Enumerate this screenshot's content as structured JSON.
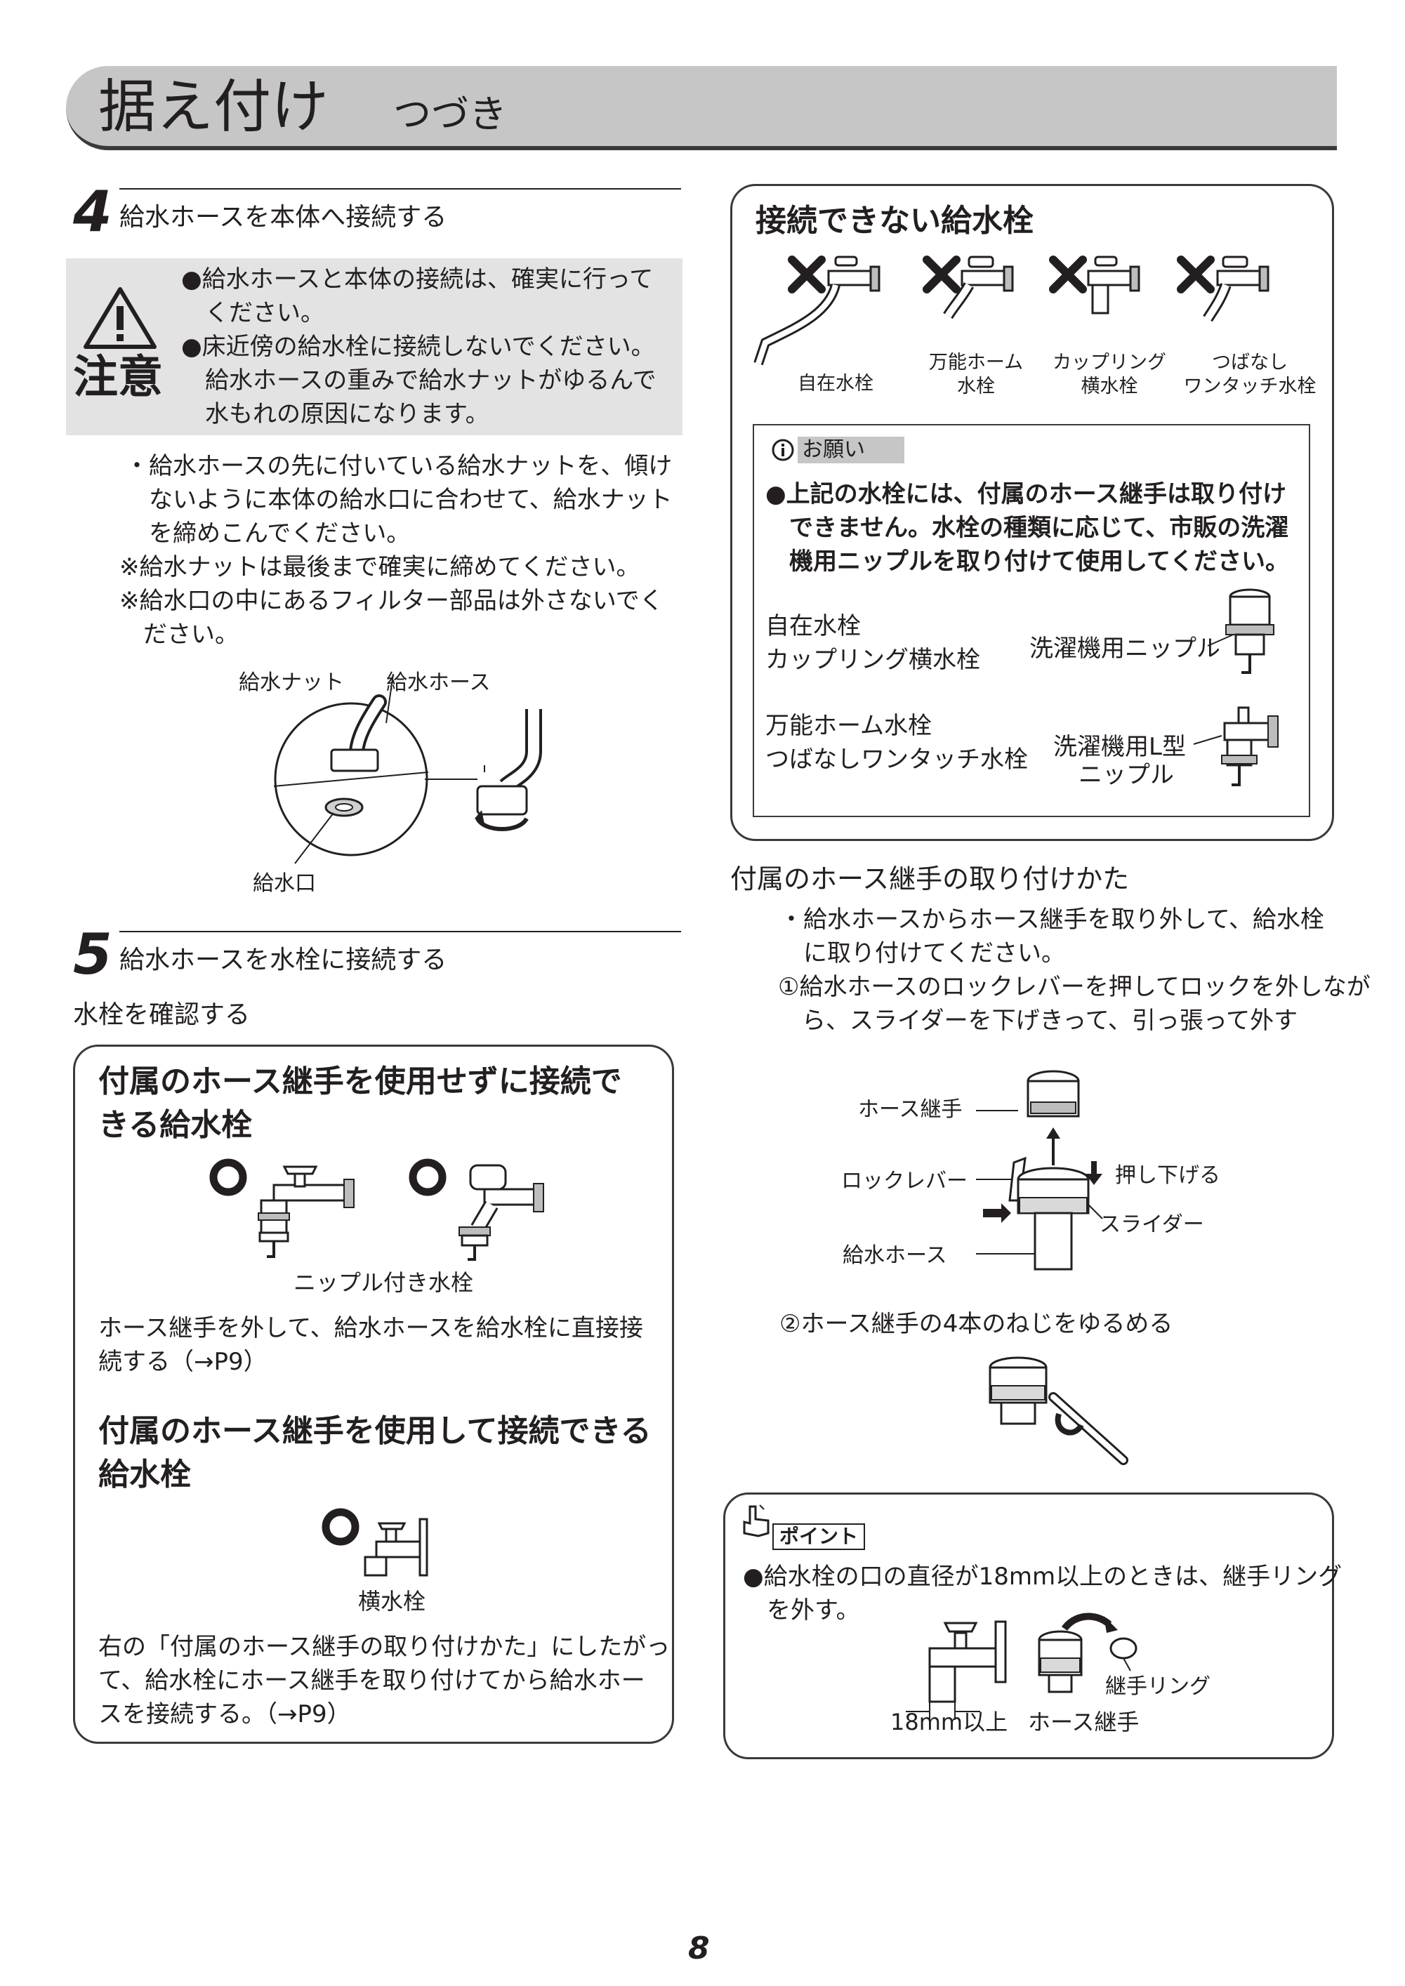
{
  "header": {
    "title": "据え付け",
    "subtitle": "つづき"
  },
  "step4": {
    "number": "4",
    "title": "給水ホースを本体へ接続する",
    "caution_word": "注意",
    "caution_lines": [
      "●給水ホースと本体の接続は、確実に行って",
      "　ください。",
      "●床近傍の給水栓に接続しないでください。",
      "　給水ホースの重みで給水ナットがゆるんで",
      "　水もれの原因になります。"
    ],
    "body_lines": [
      "・給水ホースの先に付いている給水ナットを、傾け",
      "　ないように本体の給水口に合わせて、給水ナット",
      "　を締めこんでください。",
      "※給水ナットは最後まで確実に締めてください。",
      "※給水口の中にあるフィルター部品は外さないでく",
      "　ださい。"
    ],
    "fig_labels": {
      "nut": "給水ナット",
      "hose": "給水ホース",
      "inlet": "給水口"
    }
  },
  "step5": {
    "number": "5",
    "title": "給水ホースを水栓に接続する",
    "subheading": "水栓を確認する",
    "box1_title": [
      "付属のホース継手を使用せずに接続で",
      "きる給水栓"
    ],
    "box1_caption": "ニップル付き水栓",
    "box1_text": [
      "ホース継手を外して、給水ホースを給水栓に直接接",
      "続する（→P9）"
    ],
    "box2_title": [
      "付属のホース継手を使用して接続できる",
      "給水栓"
    ],
    "box2_caption": "横水栓",
    "box2_text": [
      "右の「付属のホース継手の取り付けかた」にしたがっ",
      "て、給水栓にホース継手を取り付けてから給水ホー",
      "スを接続する。（→P9）"
    ]
  },
  "cannot": {
    "title": "接続できない給水栓",
    "faucets": [
      "自在水栓",
      "万能ホーム\n水栓",
      "カップリング\n横水栓",
      "つばなし\nワンタッチ水栓"
    ],
    "request_tag": "お願い",
    "request_lines": [
      "●上記の水栓には、付属のホース継手は取り付け",
      "　できません。水栓の種類に応じて、市販の洗濯",
      "　機用ニップルを取り付けて使用してください。"
    ],
    "pair1_left": [
      "自在水栓",
      "カップリング横水栓"
    ],
    "pair1_right": "洗濯機用ニップル",
    "pair2_left": [
      "万能ホーム水栓",
      "つばなしワンタッチ水栓"
    ],
    "pair2_right": [
      "洗濯機用L型",
      "ニップル"
    ]
  },
  "attach": {
    "heading": "付属のホース継手の取り付けかた",
    "lines1": [
      "・給水ホースからホース継手を取り外して、給水栓",
      "　に取り付けてください。"
    ],
    "lines2": [
      "①給水ホースのロックレバーを押してロックを外しなが",
      "　ら、スライダーを下げきって、引っ張って外す"
    ],
    "fig1": {
      "joint": "ホース継手",
      "lever": "ロックレバー",
      "push": "押し下げる",
      "slider": "スライダー",
      "hose": "給水ホース"
    },
    "step2": "②ホース継手の4本のねじをゆるめる"
  },
  "point": {
    "tag": "ポイント",
    "lines": [
      "●給水栓の口の直径が18mm以上のときは、継手リング",
      "　を外す。"
    ],
    "ring": "継手リング",
    "dim": "18mm以上",
    "joint": "ホース継手"
  },
  "page_number": "8"
}
